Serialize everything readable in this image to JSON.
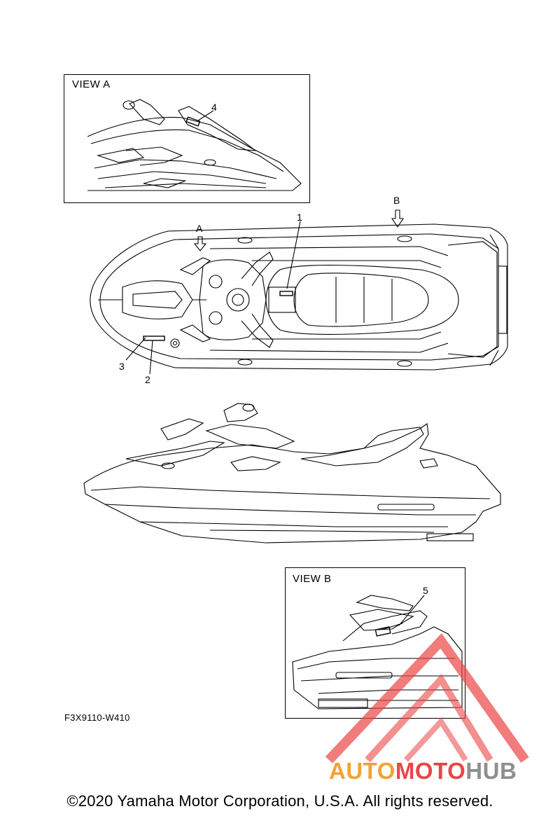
{
  "views": {
    "view_a": {
      "label": "VIEW A",
      "callouts": [
        "4"
      ]
    },
    "view_b": {
      "label": "VIEW B",
      "callouts": [
        "5"
      ]
    }
  },
  "top_view": {
    "callouts": {
      "c1": "1",
      "c2": "2",
      "c3": "3"
    },
    "arrows": {
      "a": "A",
      "b": "B"
    }
  },
  "drawing_code": "F3X9110-W410",
  "copyright": "©2020 Yamaha Motor Corporation, U.S.A. All rights reserved.",
  "watermark": {
    "part1": "AUTO",
    "part2": "MOTO",
    "part3": "HUB",
    "colors": {
      "auto": "#f3a233",
      "moto": "#e94545",
      "hub": "#8f8f8f",
      "triangle": "#e94545"
    }
  }
}
